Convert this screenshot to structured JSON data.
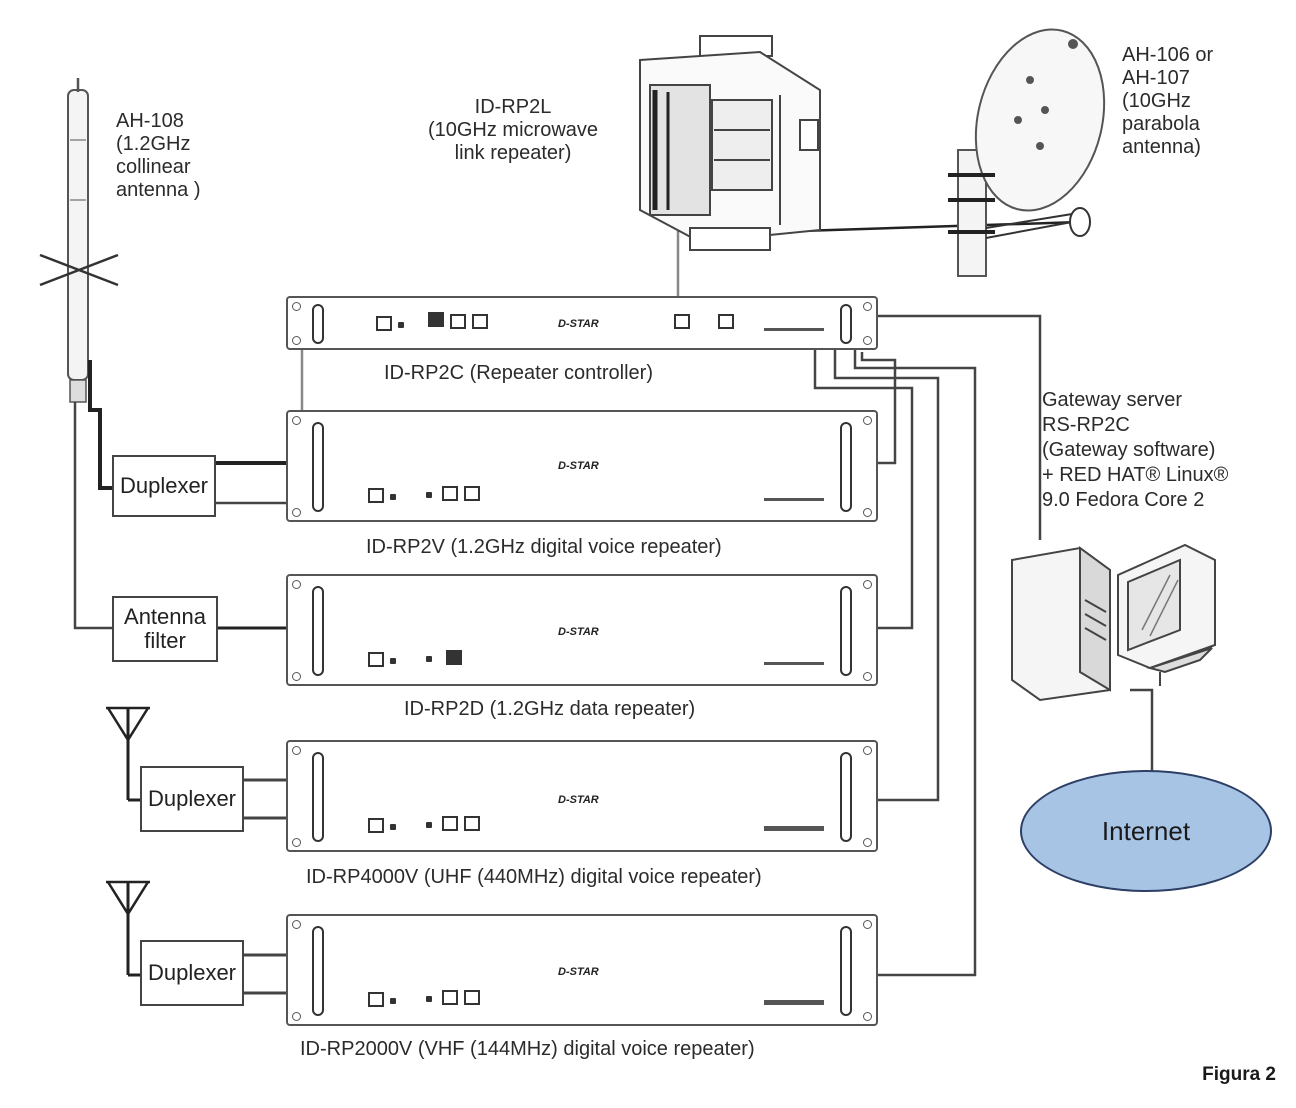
{
  "labels": {
    "ah108": "AH-108\n(1.2GHz\ncollinear\nantenna )",
    "idrp2l": "ID-RP2L\n(10GHz microwave\nlink repeater)",
    "ah106": "AH-106 or\nAH-107\n(10GHz\n parabola\n antenna)",
    "idrp2c": "ID-RP2C (Repeater controller)",
    "gateway": "Gateway server\nRS-RP2C\n(Gateway software)\n+ RED HAT® Linux®\n9.0 Fedora Core 2",
    "idrp2v": "ID-RP2V (1.2GHz digital voice repeater)",
    "idrp2d": "ID-RP2D (1.2GHz data repeater)",
    "idrp4000v": "ID-RP4000V (UHF (440MHz) digital voice repeater)",
    "idrp2000v": "ID-RP2000V (VHF (144MHz) digital voice repeater)"
  },
  "boxes": {
    "duplexer_1": "Duplexer",
    "antenna_filter": "Antenna\nfilter",
    "duplexer_2": "Duplexer",
    "duplexer_3": "Duplexer"
  },
  "panel_brand": "D-STAR",
  "internet": "Internet",
  "figure_label": "Figura 2",
  "colors": {
    "background": "#ffffff",
    "internet_fill": "#a8c4e4",
    "internet_stroke": "#2d3f66",
    "line": "#444444"
  }
}
